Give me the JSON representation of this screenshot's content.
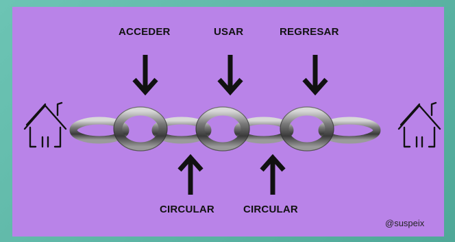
{
  "labels": {
    "top": [
      "ACCEDER",
      "USAR",
      "REGRESAR"
    ],
    "bottom": [
      "CIRCULAR",
      "CIRCULAR"
    ]
  },
  "credit": "@suspeix",
  "colors": {
    "panel": "#b983e8",
    "border": "#5bb5a5",
    "arrow": "#111111",
    "chain": "#5a5a5a"
  },
  "icons": [
    "house-icon",
    "house-icon",
    "chain-icon",
    "arrow-down-icon",
    "arrow-up-icon"
  ]
}
